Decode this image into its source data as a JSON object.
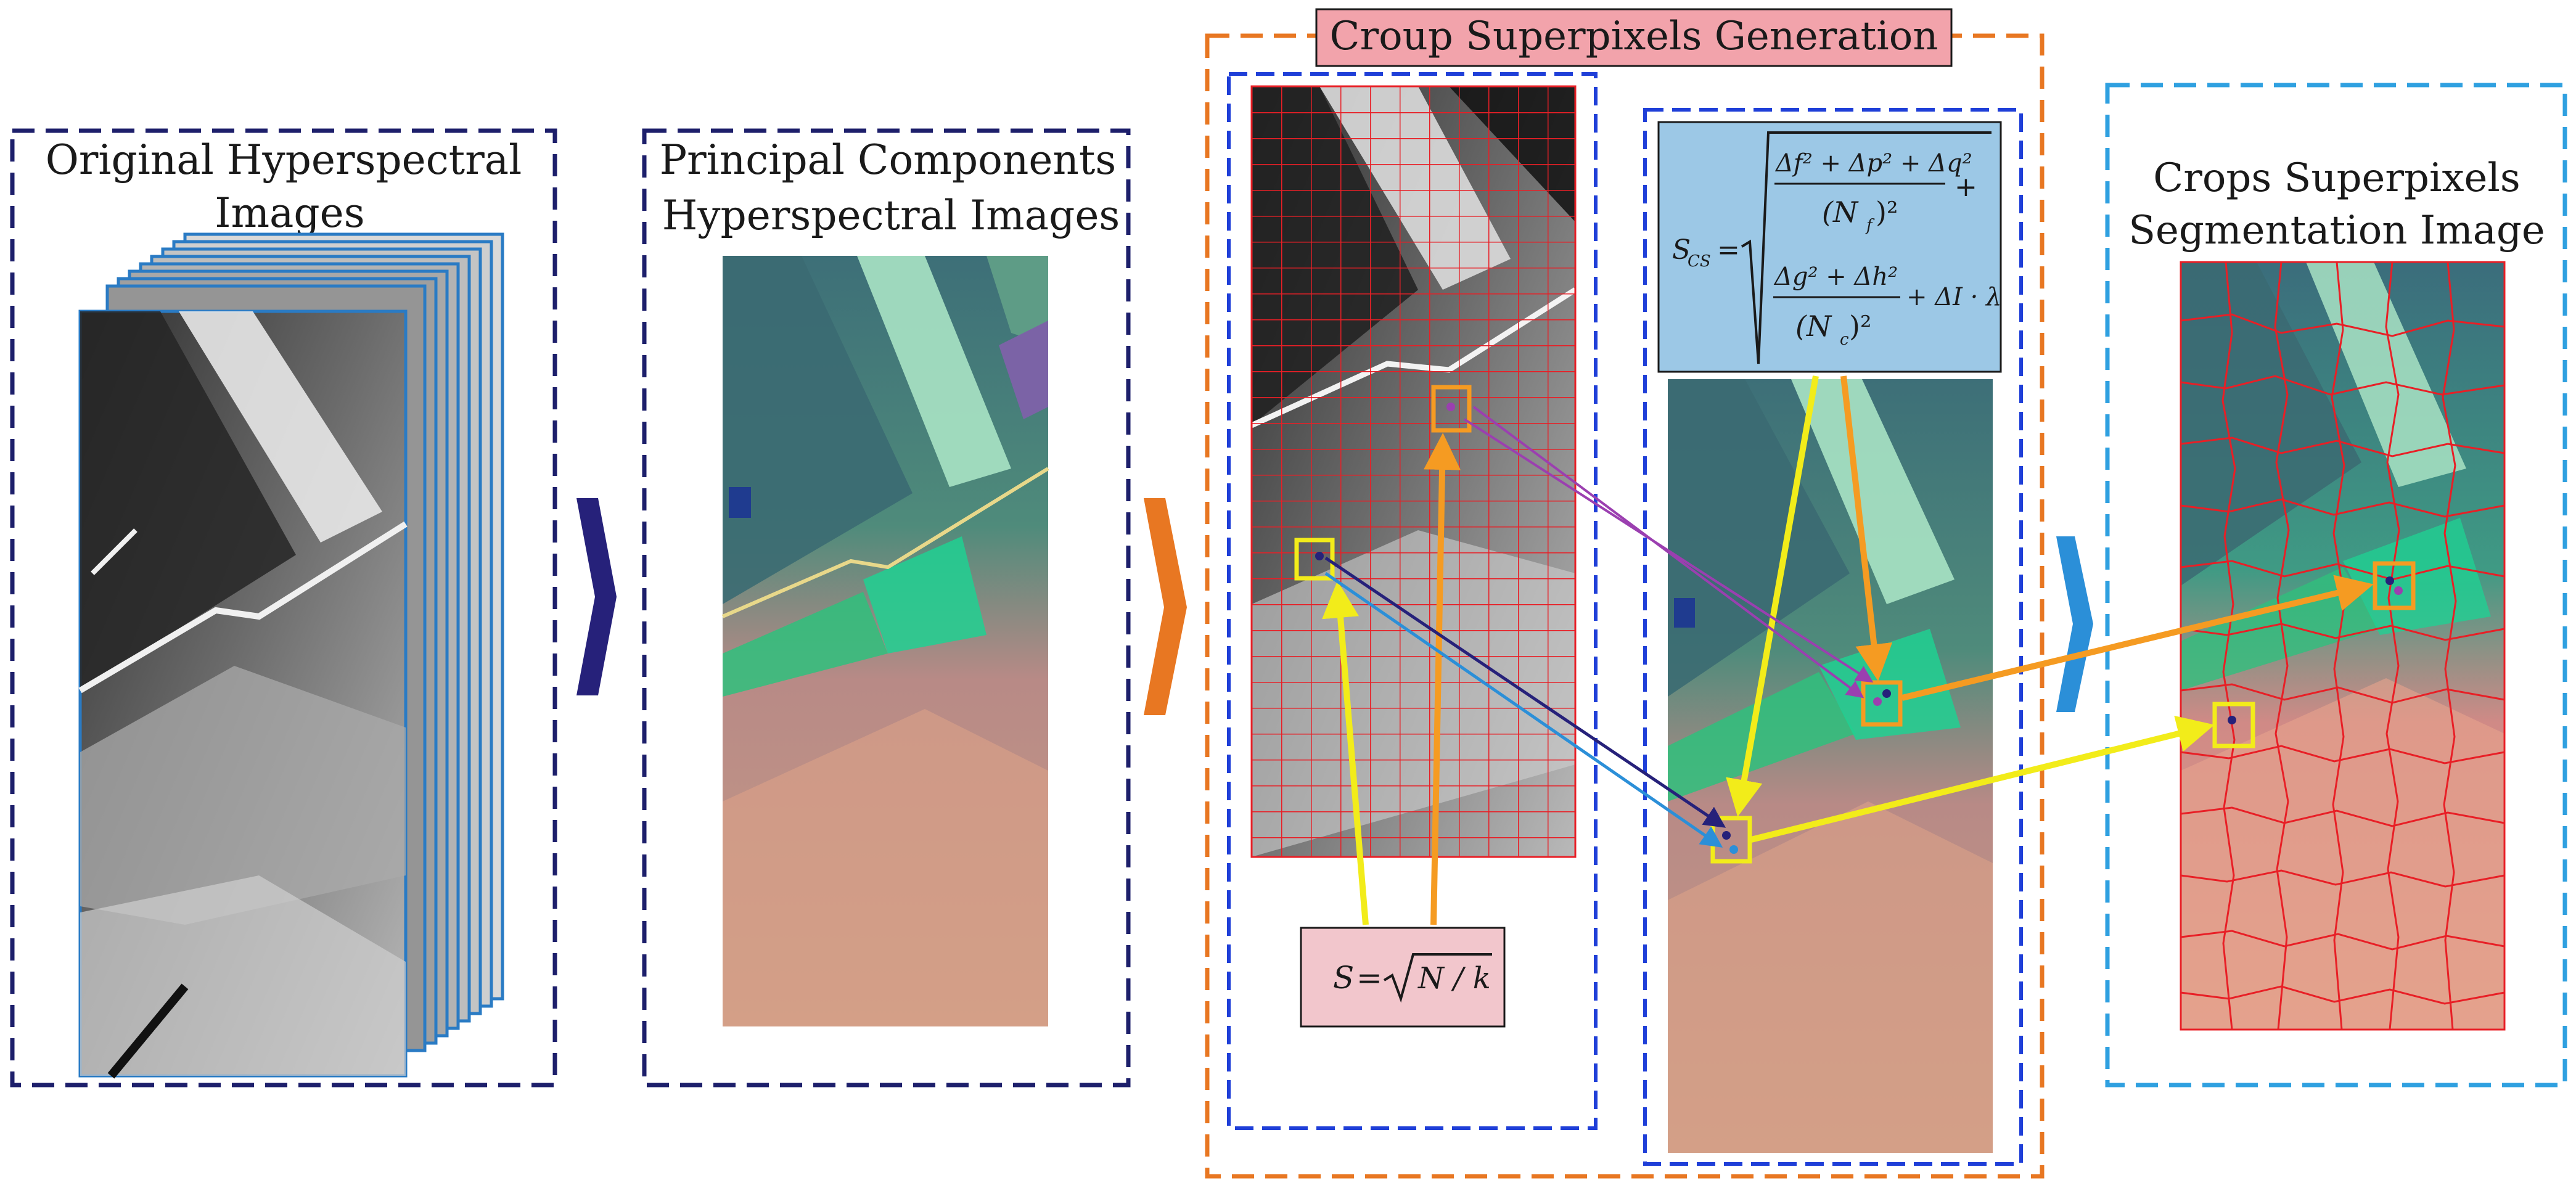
{
  "panels": {
    "original": {
      "title_line1": "Original  Hyperspectral",
      "title_line2": "Images"
    },
    "principal": {
      "title_line1": "Principal Components",
      "title_line2": "Hyperspectral Images"
    },
    "group": {
      "title": "Croup  Superpixels  Generation"
    },
    "crops": {
      "title_line1": "Crops  Superpixels",
      "title_line2": "Segmentation  Image"
    }
  },
  "formulas": {
    "step": {
      "lhs": "S",
      "rhs": "N / k"
    },
    "distance": {
      "lhs": "S",
      "lhs_sub": "CS",
      "num1": "Δf² + Δp² + Δq²",
      "den1": "(N",
      "den1_sub": "f",
      "den1_end": ")²",
      "plus": "+",
      "num2": "Δg² + Δh²",
      "den2": "(N",
      "den2_sub": "c",
      "den2_end": ")²",
      "tail": "+ ΔI · λ"
    }
  },
  "colors": {
    "navy_border": "#1d1f6b",
    "orange_border": "#e87722",
    "blue_border": "#1f3fd8",
    "cyan_border": "#2fa0e0",
    "yellow": "#f2ec1a",
    "orange": "#f59b22",
    "purple": "#9b3fb0",
    "dark_navy_arrow": "#26217a",
    "light_blue_arrow": "#2b8fd8",
    "formula_bg": "#9cc8e6",
    "step_bg": "#f2c6cc",
    "title_bg": "#f2a3ab",
    "grid_red": "#e81f26"
  }
}
